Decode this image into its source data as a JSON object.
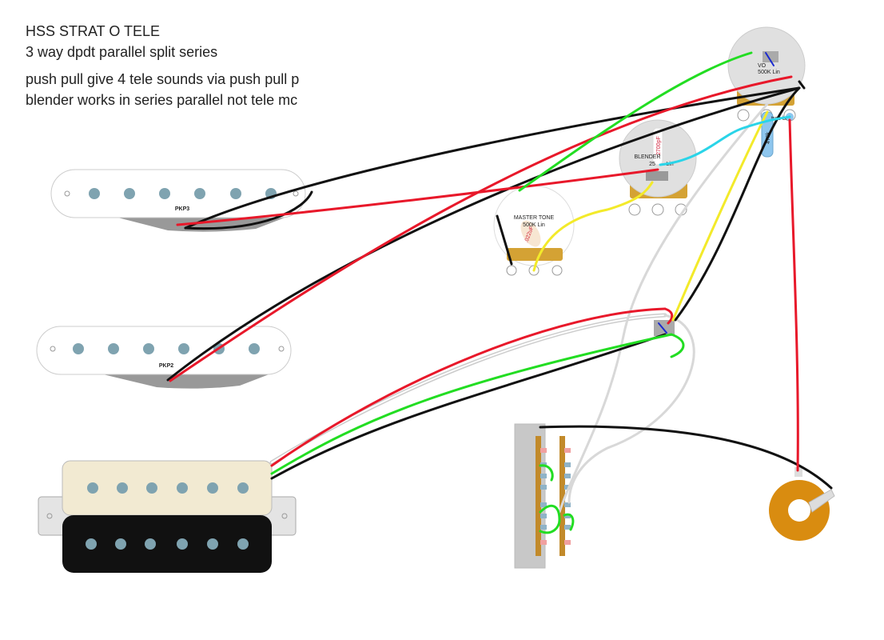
{
  "notes": {
    "title": "HSS STRAT O TELE",
    "line2": "3 way dpdt parallel split series",
    "line3": "push pull give 4 tele sounds via push pull p",
    "line4": "blender works in series parallel not tele mc"
  },
  "labels": {
    "pkp3": "PKP3",
    "pkp2": "PKP2",
    "master_tone_line1": "MASTER TONE",
    "master_tone_line2": "500K Lin",
    "tone_cap": ".022uF",
    "blender_line1": "BLENDER",
    "blender_line2": "25",
    "blender_line3": "Lin",
    "blender_cap": "2700pF",
    "volume_line1": "VO",
    "volume_line2": "500K Lin",
    "treble_bleed": "treb bld",
    "bleed_resistor": "470k"
  },
  "colors": {
    "red": "#e8182a",
    "black": "#111111",
    "green": "#22dd22",
    "white_wire": "#d8d8d8",
    "yellow": "#f3ea2a",
    "cyan": "#2ad4e8",
    "blue": "#1a2ad0",
    "pot_body": "#e0e0e0",
    "pot_base": "#d4a234",
    "jack_ring": "#d98c10",
    "humbucker_cream": "#f2ead2",
    "pole_piece": "#7fa3b0"
  }
}
